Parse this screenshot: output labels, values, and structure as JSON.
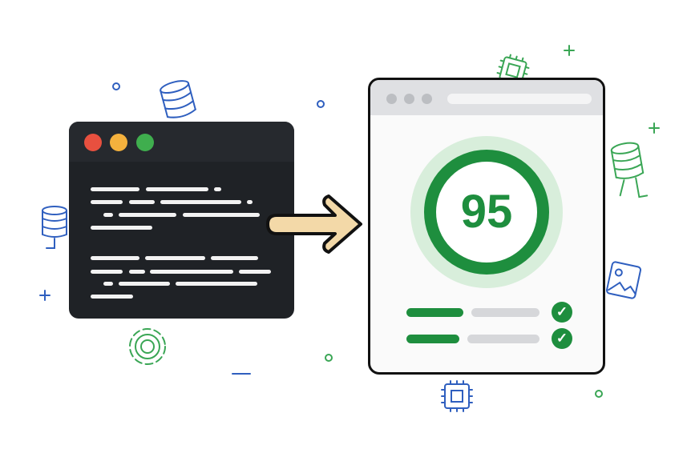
{
  "score": {
    "value": "95",
    "label": "95"
  },
  "checks": [
    {
      "status": "passed"
    },
    {
      "status": "passed"
    }
  ],
  "colors": {
    "terminal_bg": "#1f2226",
    "accent_green": "#1e8e3e",
    "light_green": "#d8eedb",
    "arrow_fill": "#f3d9a8",
    "deco_blue": "#2f5fbf",
    "deco_green": "#3aa655",
    "red": "#e8503f",
    "yellow": "#f4b13d",
    "green_dot": "#3fae4e"
  },
  "icons": [
    "database-icon",
    "gear-icon",
    "chip-icon",
    "image-icon",
    "plus-icon",
    "circle-icon",
    "check-icon",
    "arrow-right-icon"
  ]
}
